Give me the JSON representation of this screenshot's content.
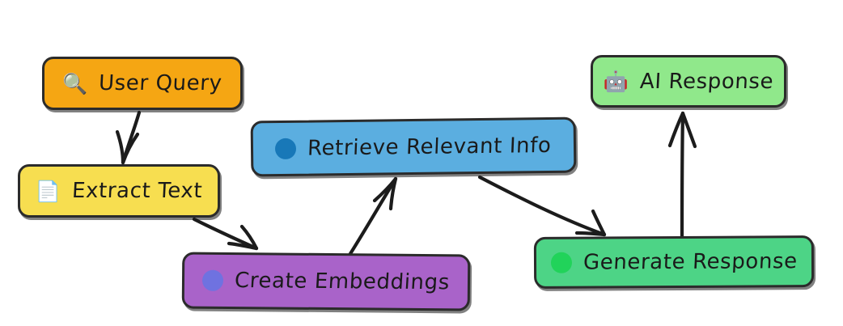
{
  "diagram": {
    "type": "flowchart",
    "background_color": "#ffffff",
    "nodes": [
      {
        "id": "user-query",
        "label": "User Query",
        "icon": "magnifying-glass-icon",
        "icon_glyph": "🔍",
        "fill": "#F5A613",
        "stroke": "#2b2b2b"
      },
      {
        "id": "extract-text",
        "label": "Extract Text",
        "icon": "document-icon",
        "icon_glyph": "📄",
        "fill": "#F7DE50",
        "stroke": "#2b2b2b"
      },
      {
        "id": "retrieve-info",
        "label": "Retrieve Relevant Info",
        "icon": "blue-circle-icon",
        "icon_glyph": "●",
        "icon_color": "#1878B8",
        "fill": "#5BAEE0",
        "stroke": "#2b2b2b"
      },
      {
        "id": "create-embeddings",
        "label": "Create Embeddings",
        "icon": "periwinkle-circle-icon",
        "icon_glyph": "●",
        "icon_color": "#6F72E0",
        "fill": "#A963C9",
        "stroke": "#2b2b2b"
      },
      {
        "id": "generate-response",
        "label": "Generate Response",
        "icon": "green-circle-icon",
        "icon_glyph": "●",
        "icon_color": "#21D35A",
        "fill": "#4DD486",
        "stroke": "#2b2b2b"
      },
      {
        "id": "ai-response",
        "label": "AI Response",
        "icon": "robot-icon",
        "icon_glyph": "🤖",
        "fill": "#90E88B",
        "stroke": "#2b2b2b"
      }
    ],
    "edges": [
      {
        "id": "edge-user-query-extract-text",
        "from": "user-query",
        "to": "extract-text",
        "label": ""
      },
      {
        "id": "edge-extract-text-create-embeddings",
        "from": "extract-text",
        "to": "create-embeddings",
        "label": ""
      },
      {
        "id": "edge-create-embeddings-retrieve-info",
        "from": "create-embeddings",
        "to": "retrieve-info",
        "label": ""
      },
      {
        "id": "edge-retrieve-info-generate-response",
        "from": "retrieve-info",
        "to": "generate-response",
        "label": ""
      },
      {
        "id": "edge-generate-response-ai-response",
        "from": "generate-response",
        "to": "ai-response",
        "label": ""
      }
    ]
  }
}
